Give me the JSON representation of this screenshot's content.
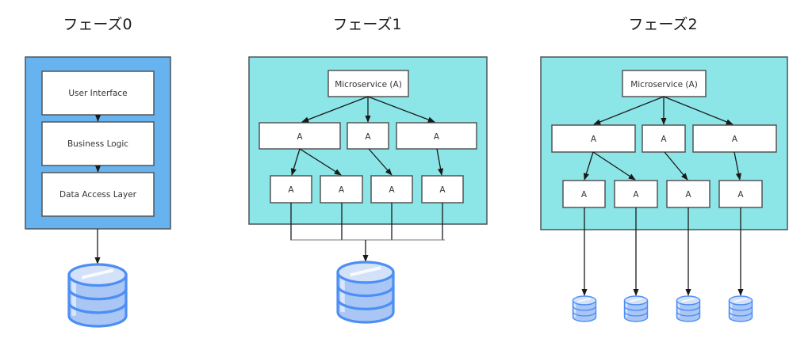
{
  "colors": {
    "phase0_container": "#66b3f0",
    "microservice_container": "#8ce5e6",
    "container_border": "#4a555b",
    "db_stroke": "#4d8ef5",
    "db_fill": "#a9c6f5",
    "db_top": "#d3e2f9"
  },
  "phases": [
    {
      "title": "フェーズ0",
      "layers": [
        "User Interface",
        "Business Logic",
        "Data Access Layer"
      ],
      "database_count": 1
    },
    {
      "title": "フェーズ1",
      "root": "Microservice (A)",
      "middle": [
        "A",
        "A",
        "A"
      ],
      "leaves": [
        "A",
        "A",
        "A",
        "A"
      ],
      "database_count": 1,
      "database_mode": "shared"
    },
    {
      "title": "フェーズ2",
      "root": "Microservice (A)",
      "middle": [
        "A",
        "A",
        "A"
      ],
      "leaves": [
        "A",
        "A",
        "A",
        "A"
      ],
      "database_count": 4,
      "database_mode": "per-service"
    }
  ]
}
